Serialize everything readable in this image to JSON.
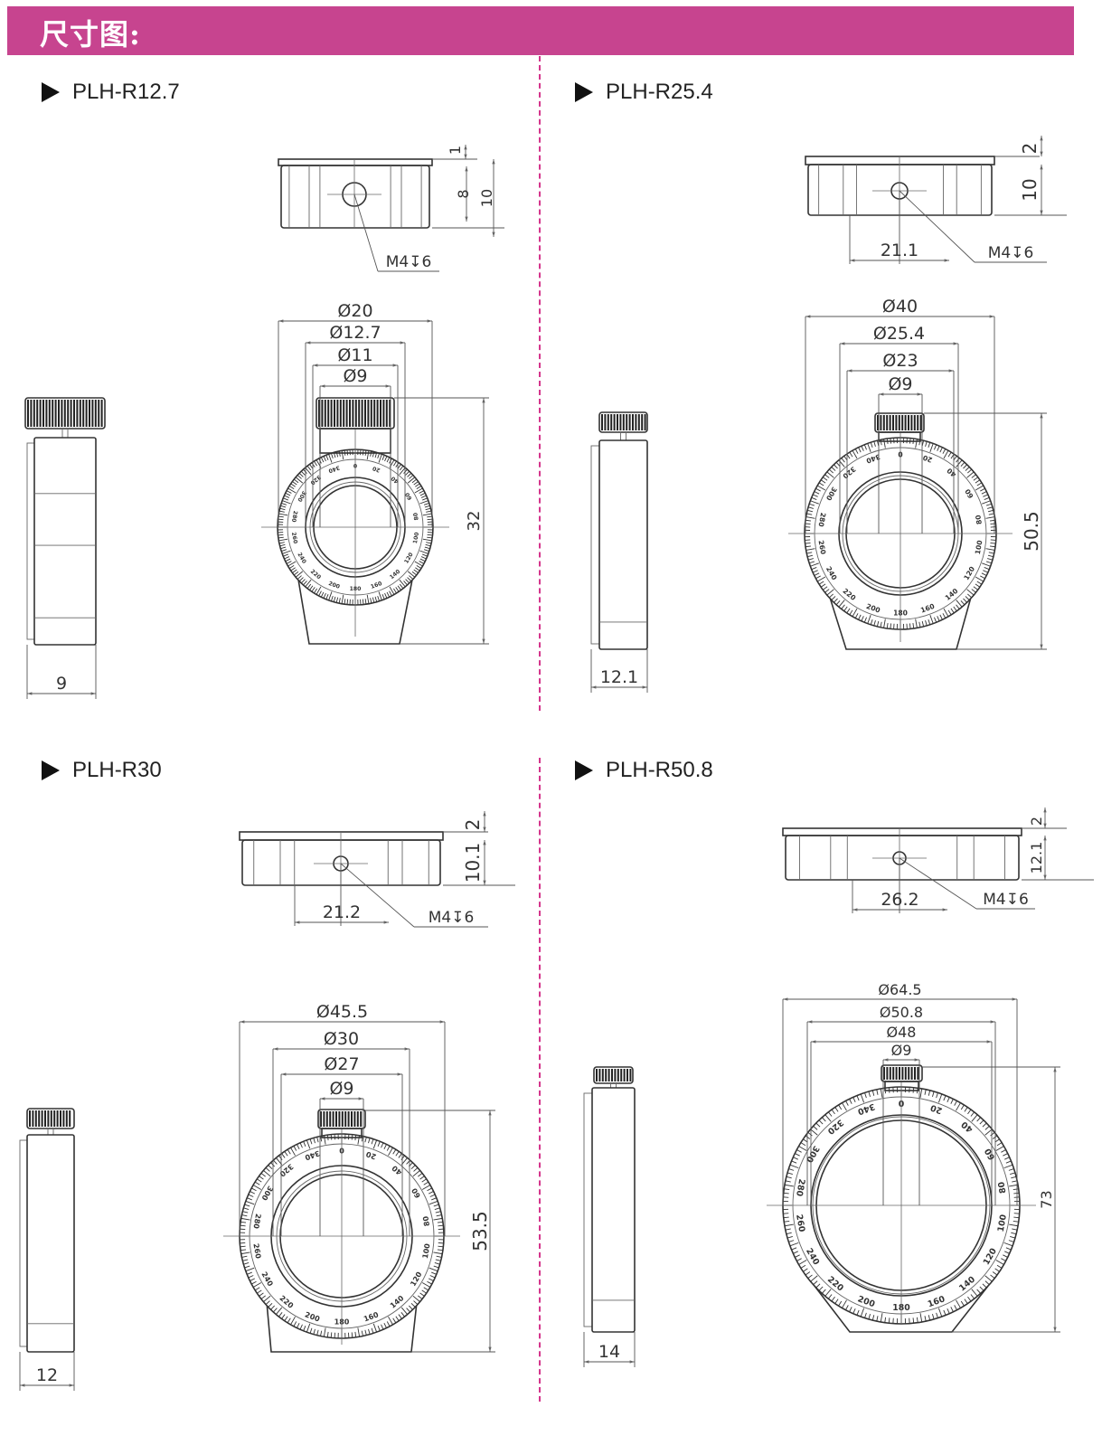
{
  "header": {
    "title": "尺寸图:"
  },
  "panels": [
    {
      "title": "PLH-R12.7",
      "thread": "M4↧6",
      "dims": {
        "plate": "1",
        "inner_h": "8",
        "total_h": "10",
        "d_outer": "Ø20",
        "d_bore": "Ø12.7",
        "d_inner": "Ø11",
        "d_knob": "Ø9",
        "height": "32",
        "side_w": "9"
      }
    },
    {
      "title": "PLH-R25.4",
      "thread": "M4↧6",
      "dims": {
        "plate": "2",
        "total_h": "10",
        "hole_pos": "21.1",
        "d_outer": "Ø40",
        "d_bore": "Ø25.4",
        "d_inner": "Ø23",
        "d_knob": "Ø9",
        "height": "50.5",
        "side_w": "12.1"
      }
    },
    {
      "title": "PLH-R30",
      "thread": "M4↧6",
      "dims": {
        "plate": "2",
        "total_h": "10.1",
        "hole_pos": "21.2",
        "d_outer": "Ø45.5",
        "d_bore": "Ø30",
        "d_inner": "Ø27",
        "d_knob": "Ø9",
        "height": "53.5",
        "side_w": "12"
      }
    },
    {
      "title": "PLH-R50.8",
      "thread": "M4↧6",
      "dims": {
        "plate": "2",
        "total_h": "12.1",
        "hole_pos": "26.2",
        "d_outer": "Ø64.5",
        "d_bore": "Ø50.8",
        "d_inner": "Ø48",
        "d_knob": "Ø9",
        "height": "73",
        "side_w": "14"
      }
    }
  ],
  "dial_labels": [
    "0",
    "20",
    "40",
    "60",
    "80",
    "100",
    "120",
    "140",
    "160",
    "180",
    "200",
    "220",
    "240",
    "260",
    "280",
    "300",
    "320",
    "340"
  ],
  "colors": {
    "header": "#c7448f",
    "divider": "#d4358c",
    "line": "#333333"
  }
}
